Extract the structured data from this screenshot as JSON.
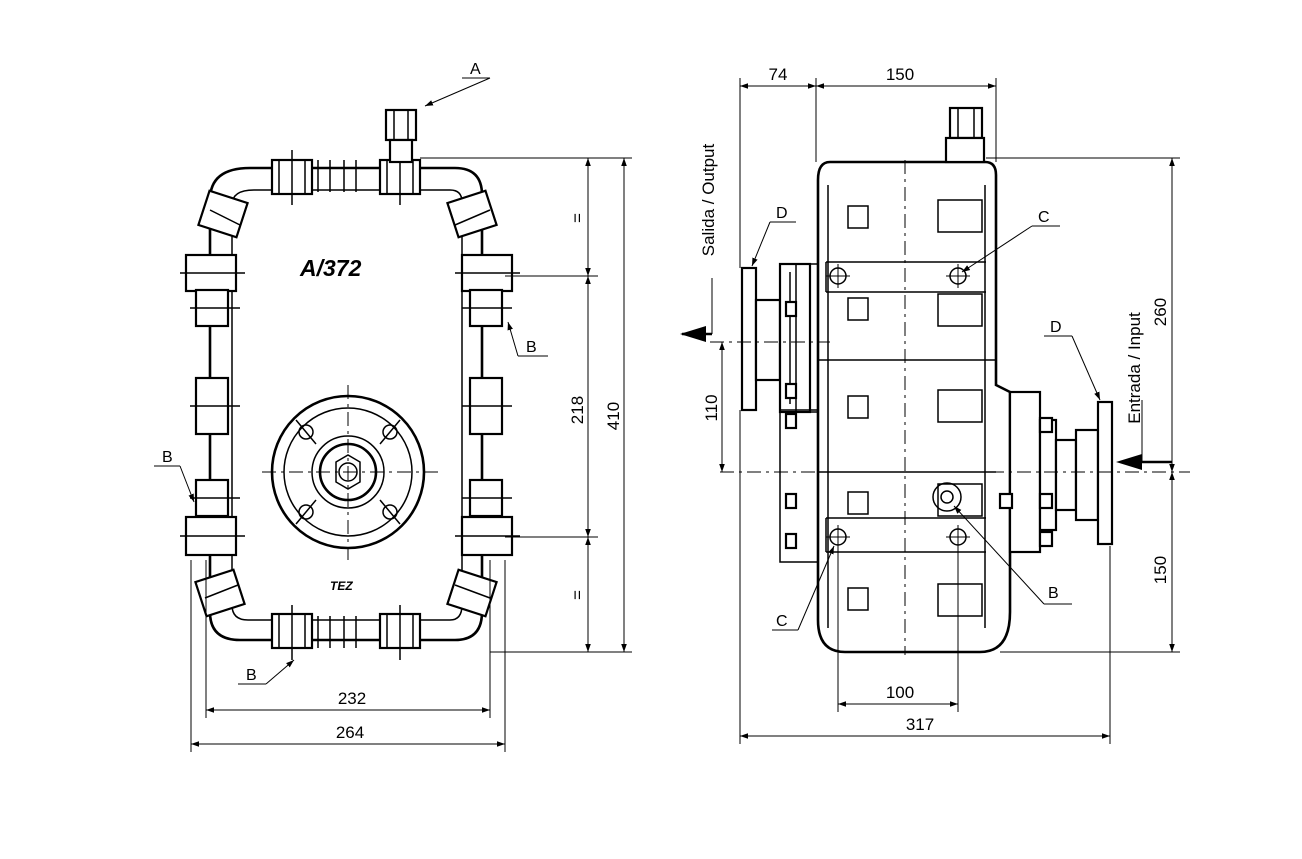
{
  "front_view": {
    "model": "A/372",
    "logo": "TEZ",
    "labels": {
      "a": "A",
      "b_right": "B",
      "b_left": "B",
      "b_bottom": "B"
    },
    "dims": {
      "equal_top": "=",
      "equal_bottom": "=",
      "d218": "218",
      "d410": "410",
      "d232": "232",
      "d264": "264"
    }
  },
  "side_view": {
    "output_label": "Salida / Output",
    "input_label": "Entrada / Input",
    "labels": {
      "d_left": "D",
      "d_right": "D",
      "c_top": "C",
      "c_bottom": "C",
      "b": "B"
    },
    "dims": {
      "d74": "74",
      "d150_top": "150",
      "d110": "110",
      "d260": "260",
      "d150_right": "150",
      "d100": "100",
      "d317": "317"
    }
  }
}
